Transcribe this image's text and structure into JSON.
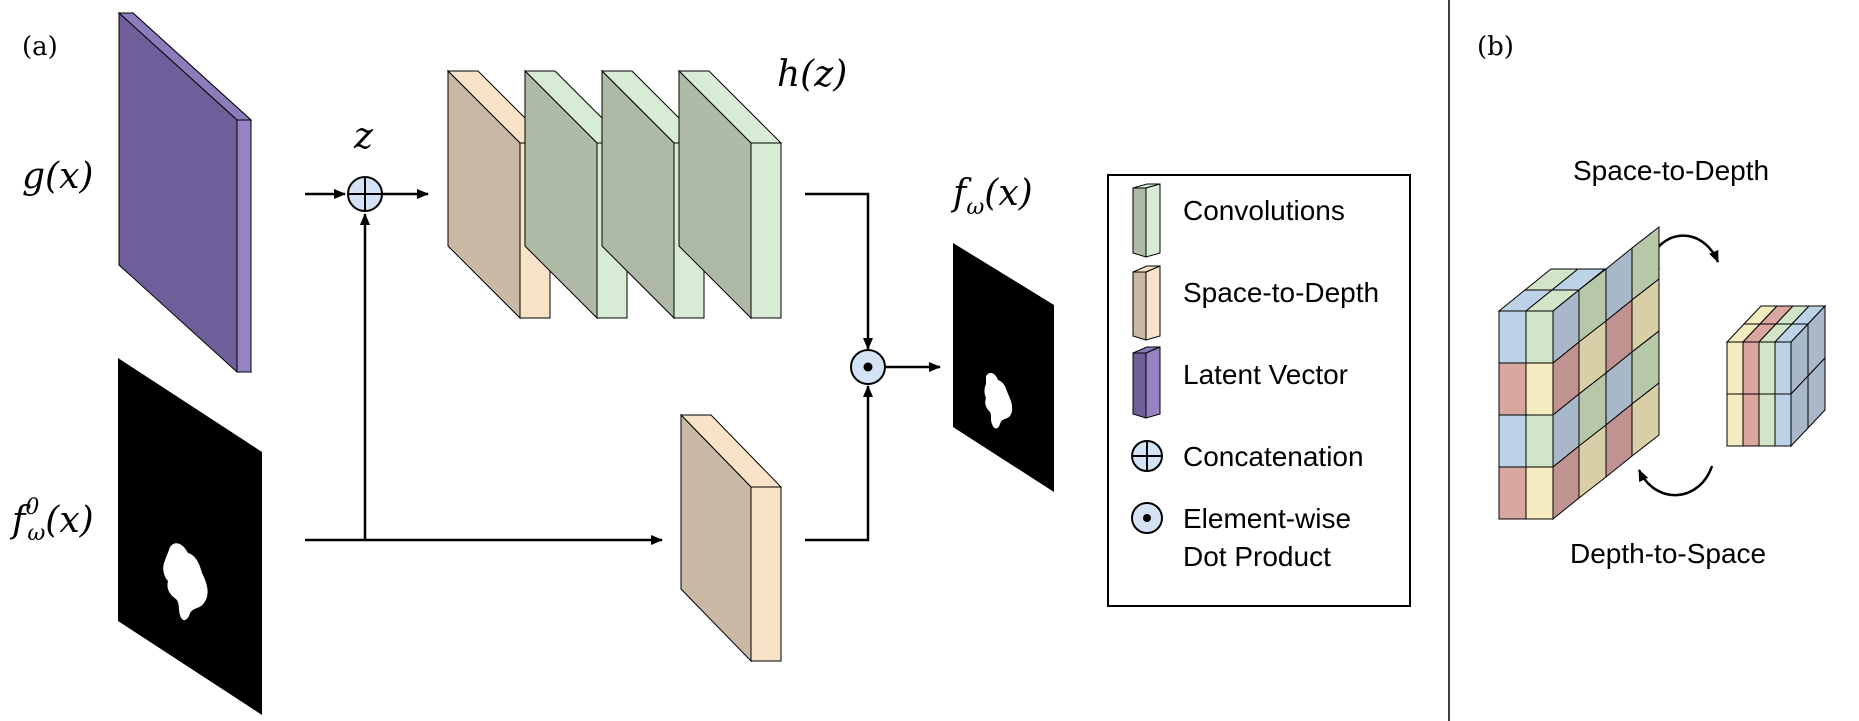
{
  "panel_a": {
    "label": "(a)",
    "math_gx": "g(x)",
    "math_z": "z",
    "math_hz": "h(z)",
    "math_fw_prefix": "f",
    "math_fw_sub": "ω",
    "math_fw_suffix": "(x)",
    "math_f0_prefix": "f",
    "math_f0_sup": "0",
    "math_f0_sub": "ω",
    "math_f0_suffix": "(x)"
  },
  "legend": {
    "items": [
      {
        "label": "Convolutions",
        "icon": "convolution-block-icon",
        "front": "#aebaa6",
        "side": "#d8ebd4"
      },
      {
        "label": "Space-to-Depth",
        "icon": "space-to-depth-block-icon",
        "front": "#c8b8a4",
        "side": "#f8e3c8"
      },
      {
        "label": "Latent Vector",
        "icon": "latent-vector-block-icon",
        "front": "#6e5f9a",
        "side": "#9583c4"
      },
      {
        "label": "Concatenation",
        "icon": "concatenation-icon"
      },
      {
        "label": "Element-wise",
        "label_line2": "Dot Product",
        "icon": "dot-product-icon"
      }
    ]
  },
  "panel_b": {
    "label": "(b)",
    "top_label": "Space-to-Depth",
    "bottom_label": "Depth-to-Space"
  },
  "colors": {
    "latent_front": "#6e5f9a",
    "latent_side": "#9583c4",
    "conv_front": "#aebaa6",
    "conv_side": "#d8ebd4",
    "s2d_front": "#c8b8a4",
    "s2d_side": "#f8e3c8",
    "op_fill": "#d3e3f5",
    "cell_blue": "#bcd2e6",
    "cell_red": "#d9a6a0",
    "cell_green": "#d3e5c8",
    "cell_yellow": "#f4ebc0",
    "cell_blue_side": "#a8b8c8"
  }
}
